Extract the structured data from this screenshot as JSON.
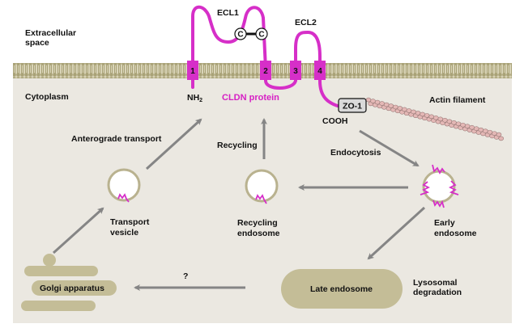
{
  "colors": {
    "protein": "#d62fc8",
    "membrane": "#b5ae84",
    "cytoplasm": "#ebe8e1",
    "organelle": "#c4bd97",
    "vesicle_border": "#b9b28f",
    "arrow": "#858585",
    "actin": "#e4b8b6"
  },
  "labels": {
    "extracellular_line1": "Extracellular",
    "extracellular_line2": "space",
    "cytoplasm": "Cytoplasm",
    "ecl1": "ECL1",
    "ecl2": "ECL2",
    "cys_left": "C",
    "cys_right": "C",
    "tm1": "1",
    "tm2": "2",
    "tm3": "3",
    "tm4": "4",
    "nh2": "NH",
    "nh2_sub": "2",
    "cldn_protein": "CLDN  protein",
    "zo1": "ZO-1",
    "cooh": "COOH",
    "actin_filament": "Actin  filament",
    "anterograde_transport": "Anterograde  transport",
    "recycling": "Recycling",
    "endocytosis": "Endocytosis",
    "transport_vesicle_line1": "Transport",
    "transport_vesicle_line2": "vesicle",
    "recycling_endosome_line1": "Recycling",
    "recycling_endosome_line2": "endosome",
    "early_endosome_line1": "Early",
    "early_endosome_line2": "endosome",
    "golgi": "Golgi  apparatus",
    "late_endosome": "Late  endosome",
    "question": "?",
    "lysosomal_line1": "Lysosomal",
    "lysosomal_line2": "degradation"
  }
}
